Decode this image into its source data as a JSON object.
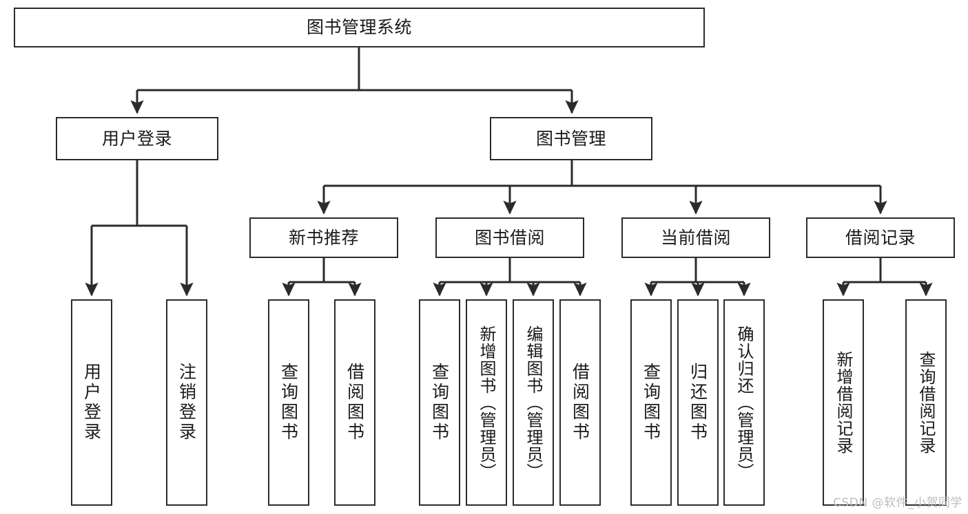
{
  "diagram": {
    "type": "tree",
    "title": "图书管理系统",
    "root": {
      "id": "root",
      "label": "图书管理系统"
    },
    "level2": [
      {
        "id": "user-login",
        "label": "用户登录"
      },
      {
        "id": "book-manage",
        "label": "图书管理"
      }
    ],
    "level3": [
      {
        "id": "new-book-recommend",
        "label": "新书推荐",
        "parent": "book-manage"
      },
      {
        "id": "book-borrow",
        "label": "图书借阅",
        "parent": "book-manage"
      },
      {
        "id": "current-borrow",
        "label": "当前借阅",
        "parent": "book-manage"
      },
      {
        "id": "borrow-record",
        "label": "借阅记录",
        "parent": "book-manage"
      }
    ],
    "leaves": {
      "user_login": [
        {
          "id": "leaf-user-login",
          "label": "用户登录"
        },
        {
          "id": "leaf-user-logout",
          "label": "注销登录"
        }
      ],
      "new_book_recommend": [
        {
          "id": "leaf-query-book-1",
          "label": "查询图书"
        },
        {
          "id": "leaf-borrow-book-1",
          "label": "借阅图书"
        }
      ],
      "book_borrow": [
        {
          "id": "leaf-query-book-2",
          "label": "查询图书"
        },
        {
          "id": "leaf-add-book",
          "label": "新增图书（管理员）"
        },
        {
          "id": "leaf-edit-book",
          "label": "编辑图书（管理员）"
        },
        {
          "id": "leaf-borrow-book-2",
          "label": "借阅图书"
        }
      ],
      "current_borrow": [
        {
          "id": "leaf-query-book-3",
          "label": "查询图书"
        },
        {
          "id": "leaf-return-book",
          "label": "归还图书"
        },
        {
          "id": "leaf-confirm-return",
          "label": "确认归还（管理员）"
        }
      ],
      "borrow_record": [
        {
          "id": "leaf-add-record",
          "label": "新增借阅记录"
        },
        {
          "id": "leaf-query-record",
          "label": "查询借阅记录"
        }
      ]
    },
    "colors": {
      "stroke": "#2b2b2b",
      "fill": "#ffffff",
      "text": "#1a1a1a",
      "watermark": "#bcbcbc"
    }
  },
  "watermark": {
    "text": "CSDN @软件_小贺同学"
  }
}
